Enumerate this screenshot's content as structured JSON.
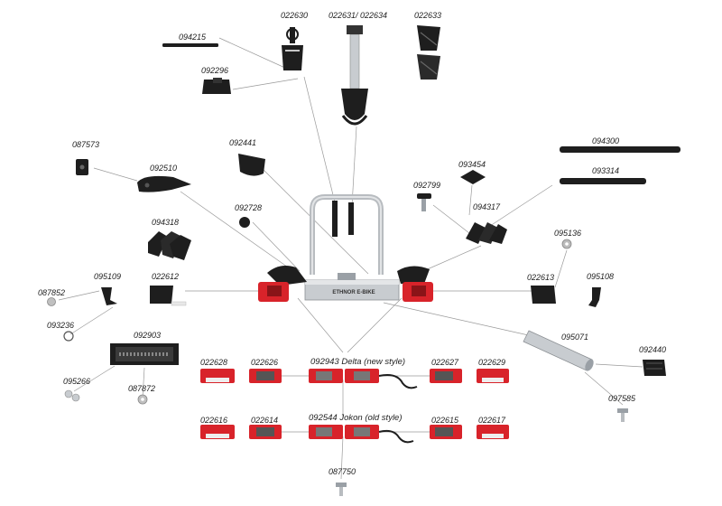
{
  "labels": {
    "p022630": "022630",
    "p022631": "022631/ 022634",
    "p022633": "022633",
    "p094215": "094215",
    "p092296": "092296",
    "p087573": "087573",
    "p092510": "092510",
    "p092441": "092441",
    "p092728": "092728",
    "p094318": "094318",
    "p094300": "094300",
    "p093314": "093314",
    "p093454": "093454",
    "p092799": "092799",
    "p094317": "094317",
    "p095136": "095136",
    "p095109": "095109",
    "p022612": "022612",
    "p087852": "087852",
    "p093236": "093236",
    "p022613": "022613",
    "p095108": "095108",
    "p092903": "092903",
    "p095071": "095071",
    "p092440": "092440",
    "p095266": "095266",
    "p087872": "087872",
    "p097585": "097585",
    "p022628": "022628",
    "p022626": "022626",
    "p092943": "092943 Delta (new style)",
    "p022627": "022627",
    "p022629": "022629",
    "p022616": "022616",
    "p022614": "022614",
    "p092544": "092544 Jokon (old style)",
    "p022615": "022615",
    "p022617": "022617",
    "p087750": "087750"
  },
  "carrier_text": "ETHNOR E-BIKE",
  "colors": {
    "lamp_red": "#d8232a",
    "lamp_dark": "#8a1418",
    "aluminium": "#c8ccd0",
    "black_part": "#1e1e1e",
    "leader": "#9a9a9a"
  }
}
